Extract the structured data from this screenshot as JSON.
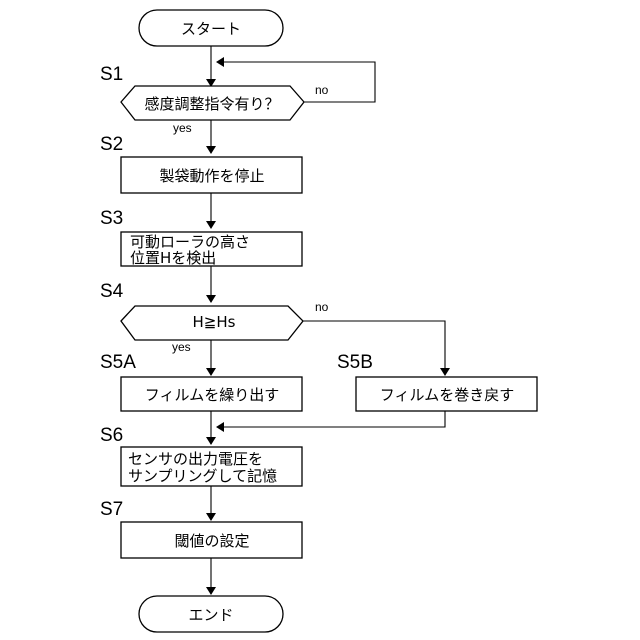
{
  "flowchart": {
    "start_label": "スタート",
    "end_label": "エンド",
    "steps": {
      "s1": {
        "id": "S1",
        "text": "感度調整指令有り？",
        "no": "no",
        "yes": "yes"
      },
      "s2": {
        "id": "S2",
        "text": "製袋動作を停止"
      },
      "s3": {
        "id": "S3",
        "line1": "可動ローラの高さ",
        "line2": "位置Hを検出"
      },
      "s4": {
        "id": "S4",
        "text": "H≧Hs",
        "no": "no",
        "yes": "yes"
      },
      "s5a": {
        "id": "S5A",
        "text": "フィルムを繰り出す"
      },
      "s5b": {
        "id": "S5B",
        "text": "フィルムを巻き戻す"
      },
      "s6": {
        "id": "S6",
        "line1": "センサの出力電圧を",
        "line2": "サンプリングして記憶"
      },
      "s7": {
        "id": "S7",
        "text": "閾値の設定"
      }
    }
  }
}
